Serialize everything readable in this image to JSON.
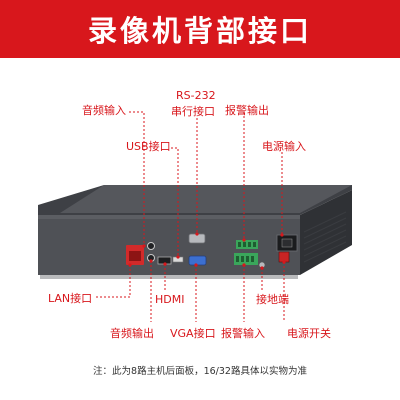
{
  "title": "录像机背部接口",
  "labels": {
    "audio_in": "音频输入",
    "rs232_line1": "RS-232",
    "rs232_line2": "串行接口",
    "usb": "USB接口",
    "alarm_out": "报警输出",
    "power_in": "电源输入",
    "lan": "LAN接口",
    "hdmi": "HDMI",
    "ground": "接地端",
    "audio_out": "音频输出",
    "vga": "VGA接口",
    "alarm_in": "报警输入",
    "power_switch": "电源开关"
  },
  "note": "注：此为8路主机后面板，16/32路具体以实物为准",
  "colors": {
    "accent": "#d8171c",
    "device_body": "#505257",
    "device_top": "#3b3d42",
    "terminal_green": "#3aa65b"
  }
}
